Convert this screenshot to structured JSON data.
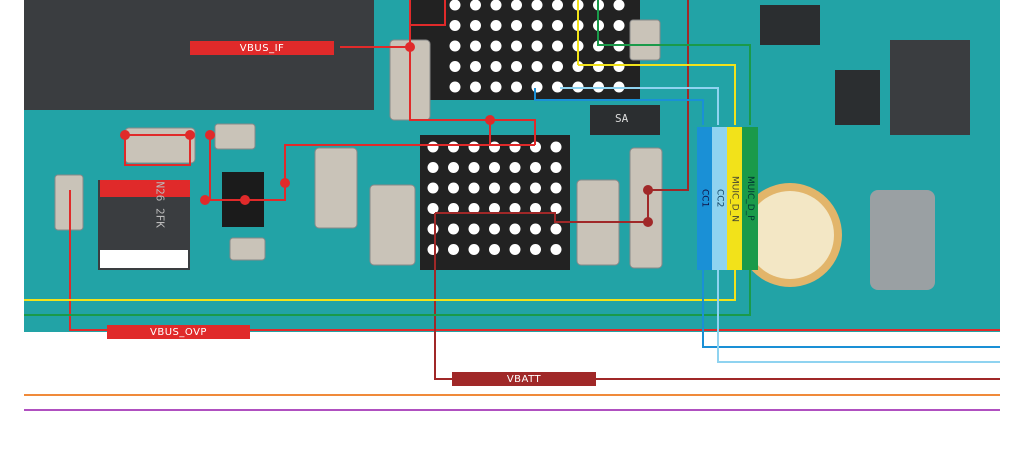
{
  "nets": {
    "vbus_if": "VBUS_IF",
    "vbus_ovp": "VBUS_OVP",
    "vbatt": "VBATT",
    "cc1": "CC1",
    "cc2": "CC2",
    "muic_d_n": "MUIC_D_N",
    "muic_d_p": "MUIC_D_P"
  },
  "colors": {
    "board": "#22a3a6",
    "vbus": "#e02a2a",
    "vbatt": "#a02828",
    "cc1": "#1a90d6",
    "cc2": "#8fd3f0",
    "muic_d_n": "#f2e21a",
    "muic_d_p": "#1a9a4a",
    "orange": "#f08a3a",
    "purple": "#b050c0"
  },
  "chips": {
    "ovp_marking": "N26 2FK",
    "cap_marking": "SA"
  }
}
